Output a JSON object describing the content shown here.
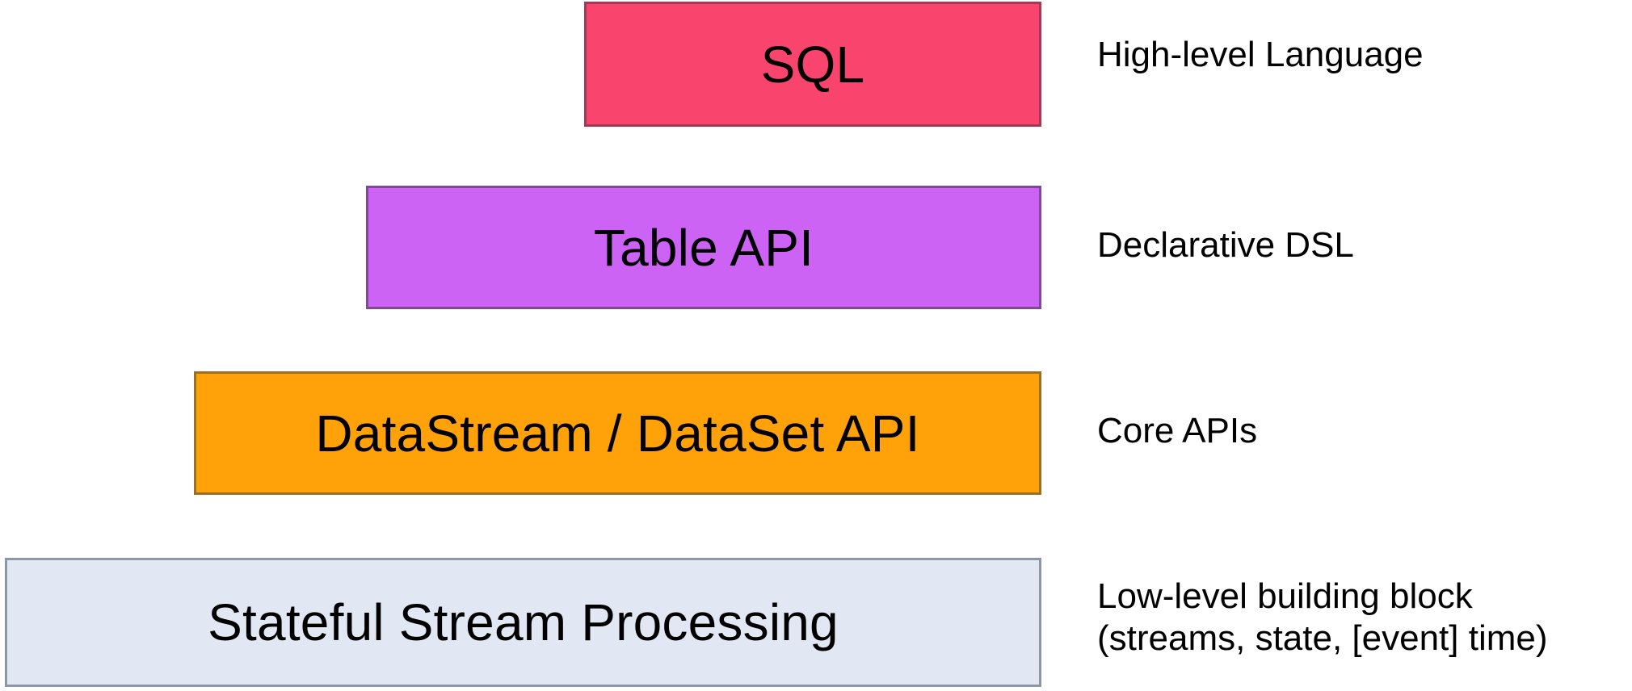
{
  "diagram": {
    "title": "Flink layered API stack",
    "background_color": "#ffffff",
    "layers": [
      {
        "id": "sql",
        "box_label": "SQL",
        "caption": "High-level Language",
        "fill_color": "#f9456e",
        "border_color": "#a33a55",
        "color_name": "pink"
      },
      {
        "id": "table-api",
        "box_label": "Table API",
        "caption": "Declarative DSL",
        "fill_color": "#cd63f5",
        "border_color": "#7d4a93",
        "color_name": "purple"
      },
      {
        "id": "datastream",
        "box_label": "DataStream / DataSet API",
        "caption": "Core APIs",
        "fill_color": "#ffa20a",
        "border_color": "#9a7124",
        "color_name": "orange"
      },
      {
        "id": "stateful",
        "box_label": "Stateful Stream Processing",
        "caption": "Low-level building block\n(streams, state, [event] time)",
        "fill_color": "#e2e8f3",
        "border_color": "#8e97a3",
        "color_name": "light-blue-gray"
      }
    ]
  }
}
